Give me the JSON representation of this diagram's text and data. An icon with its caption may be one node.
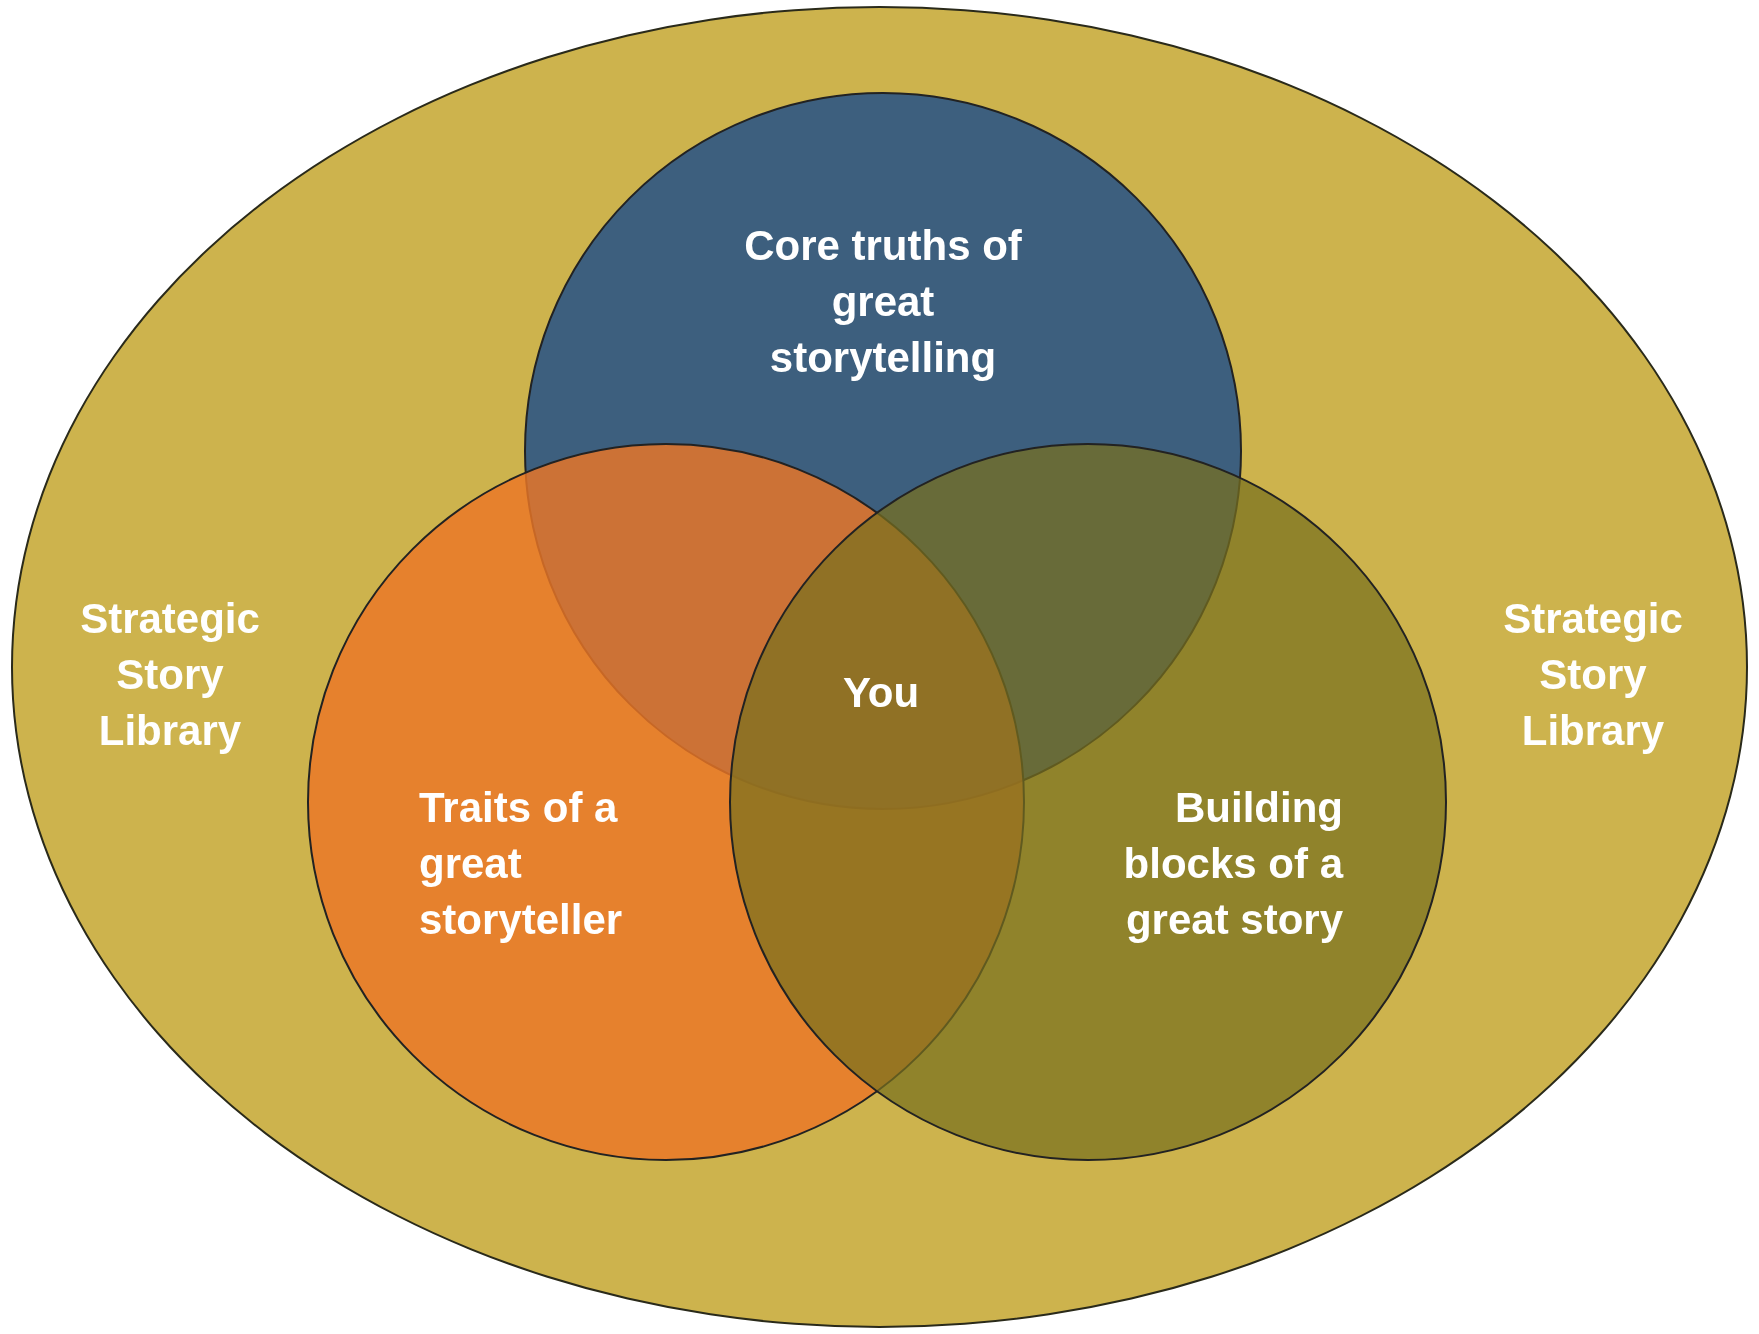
{
  "diagram": {
    "nodes": [
      {
        "text": [
          "Strategic Story Library",
          "Strategic Story Library"
        ]
      },
      {
        "text": [
          "Core truths of great storytelling"
        ],
        "in": 0
      },
      {
        "text": [
          "Traits of a great storyteller"
        ],
        "in": 0
      },
      {
        "text": [
          "Building blocks of a great story"
        ],
        "in": 0
      }
    ],
    "labels": [
      "You"
    ]
  }
}
